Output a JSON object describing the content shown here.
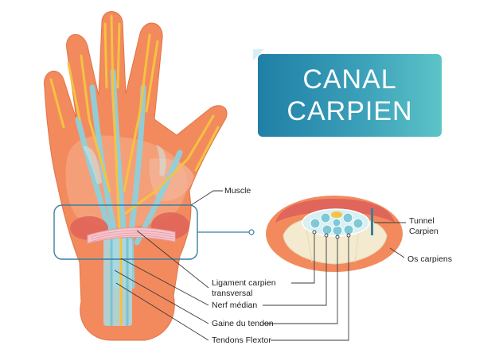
{
  "title": {
    "line1": "CANAL",
    "line2": "CARPIEN"
  },
  "labels": {
    "muscle": "Muscle",
    "tunnel_line1": "Tunnel",
    "tunnel_line2": "Carpien",
    "os_carpiens": "Os carpiens",
    "ligament_line1": "Ligament carpien",
    "ligament_line2": "transversal",
    "nerf_median": "Nerf médian",
    "gaine_tendon": "Gaine du tendon",
    "tendons_flextor": "Tendons Flextor"
  },
  "colors": {
    "title_card": "#2a8fb0",
    "skin": "#f28a5e",
    "nerve": "#f5c242",
    "tendon": "#8fd0dc",
    "ligament": "#f5c6cc",
    "bone": "#f3ead0",
    "outline": "#3a7fa0"
  }
}
